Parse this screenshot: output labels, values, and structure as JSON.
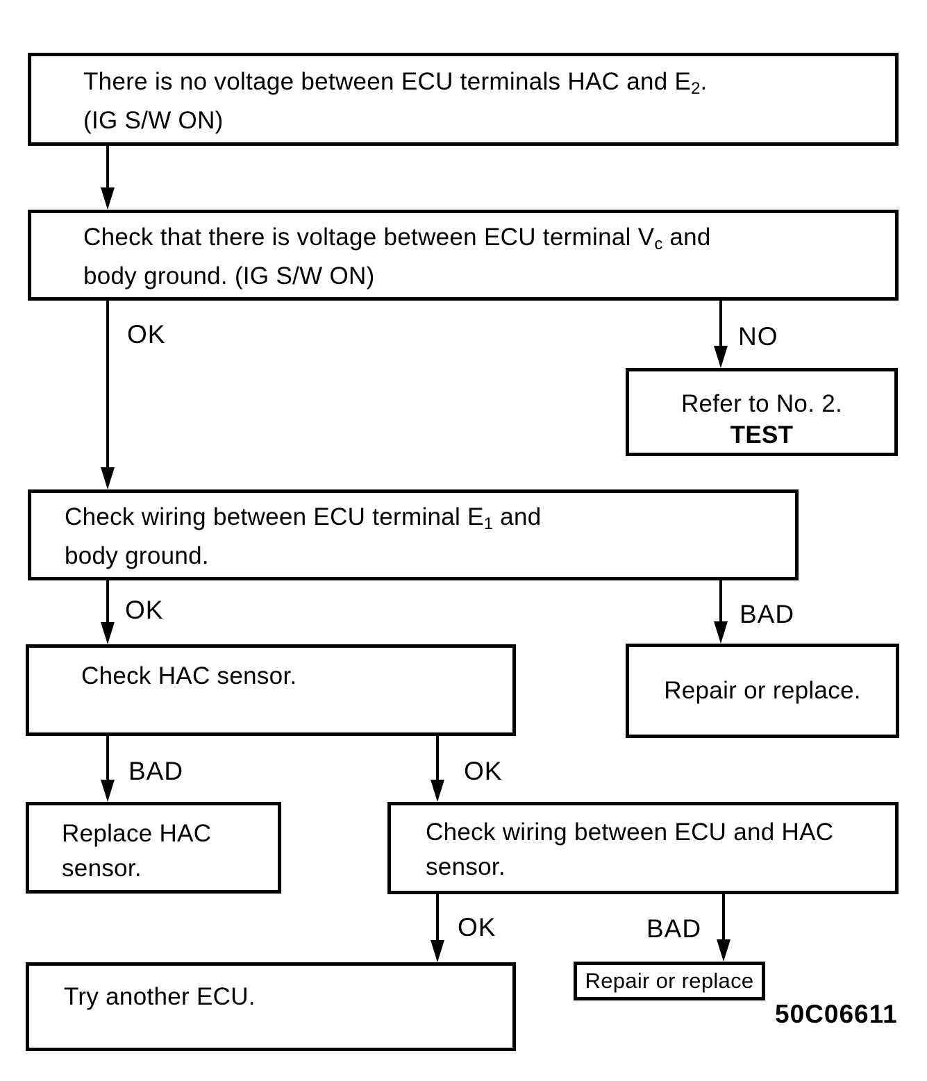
{
  "colors": {
    "ink": "#000000",
    "paper": "#ffffff"
  },
  "figure_code": "50C06611",
  "boxes": {
    "symptom": {
      "line1_pre": "There is no voltage between ECU terminals HAC and E",
      "line1_sub": "2",
      "line1_post": ".",
      "line2": "(IG S/W ON)"
    },
    "check_vc": {
      "line1_pre": "Check that there is voltage between ECU terminal V",
      "line1_sub": "c",
      "line1_post": " and",
      "line2": "body ground. (IG S/W ON)"
    },
    "refer_test": {
      "line1": "Refer to No. 2.",
      "line2": "TEST"
    },
    "check_e1_wiring": {
      "line1_pre": "Check wiring between ECU terminal E",
      "line1_sub": "1",
      "line1_post": " and",
      "line2": "body ground."
    },
    "repair_or_replace_1": {
      "text": "Repair or replace."
    },
    "check_hac_sensor": {
      "text": "Check HAC sensor."
    },
    "replace_hac_sensor": {
      "line1": "Replace HAC",
      "line2": "sensor."
    },
    "check_ecu_hac_wiring": {
      "line1": "Check wiring between ECU and HAC",
      "line2": "sensor."
    },
    "try_another_ecu": {
      "text": "Try another ECU."
    },
    "repair_or_replace_2": {
      "text": "Repair or replace"
    }
  },
  "edge_labels": {
    "vc_ok": "OK",
    "vc_no": "NO",
    "e1_ok": "OK",
    "e1_bad": "BAD",
    "hac_bad": "BAD",
    "hac_ok": "OK",
    "wiring_ok": "OK",
    "wiring_bad": "BAD"
  }
}
